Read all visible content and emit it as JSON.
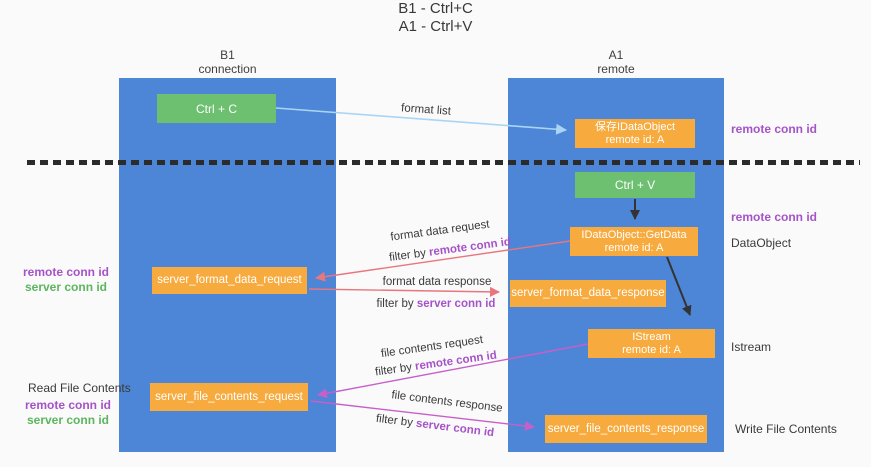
{
  "title": {
    "line1": "B1 - Ctrl+C",
    "line2": "A1 - Ctrl+V"
  },
  "lanes": {
    "left": {
      "name": "B1",
      "role": "connection"
    },
    "right": {
      "name": "A1",
      "role": "remote"
    }
  },
  "nodes": {
    "ctrl_c": {
      "label": "Ctrl + C"
    },
    "save_dataobject": {
      "line1": "保存IDataObject",
      "line2": "remote id: A"
    },
    "ctrl_v": {
      "label": "Ctrl + V"
    },
    "getdata": {
      "line1": "IDataObject::GetData",
      "line2": "remote id: A"
    },
    "format_request": {
      "label": "server_format_data_request"
    },
    "format_response": {
      "label": "server_format_data_response"
    },
    "istream": {
      "line1": "IStream",
      "line2": "remote id: A"
    },
    "file_request": {
      "label": "server_file_contents_request"
    },
    "file_response": {
      "label": "server_file_contents_response"
    }
  },
  "right_labels": {
    "remote_conn_id_1": "remote conn id",
    "remote_conn_id_2": "remote conn id",
    "dataobject": "DataObject",
    "istream": "Istream",
    "write_file_contents": "Write File Contents"
  },
  "left_labels": {
    "remote_conn_id_1": "remote conn id",
    "server_conn_id_1": "server conn id",
    "read_file_contents": "Read File Contents",
    "remote_conn_id_2": "remote conn id",
    "server_conn_id_2": "server conn id"
  },
  "arrows": {
    "format_list": {
      "label": "format list"
    },
    "format_request": {
      "label": "format data request",
      "filter_prefix": "filter by ",
      "filter_key": "remote conn id"
    },
    "format_response": {
      "label": "format data response",
      "filter_prefix": "filter by ",
      "filter_key": "server conn id"
    },
    "file_request": {
      "label": "file contents request",
      "filter_prefix": "filter by ",
      "filter_key": "remote conn id"
    },
    "file_response": {
      "label": "file contents response",
      "filter_prefix": "filter by ",
      "filter_key": "server conn id"
    }
  },
  "colors": {
    "lane_blue": "#4d86d6",
    "green_box": "#6cc070",
    "orange_box": "#f7aa3d",
    "light_blue_arrow": "#a9d5f5",
    "red_arrow": "#e8767e",
    "magenta_arrow": "#c75fc9",
    "purple_text": "#a653c8",
    "green_text": "#5bb65e",
    "dark_text": "#3a3a3a"
  }
}
